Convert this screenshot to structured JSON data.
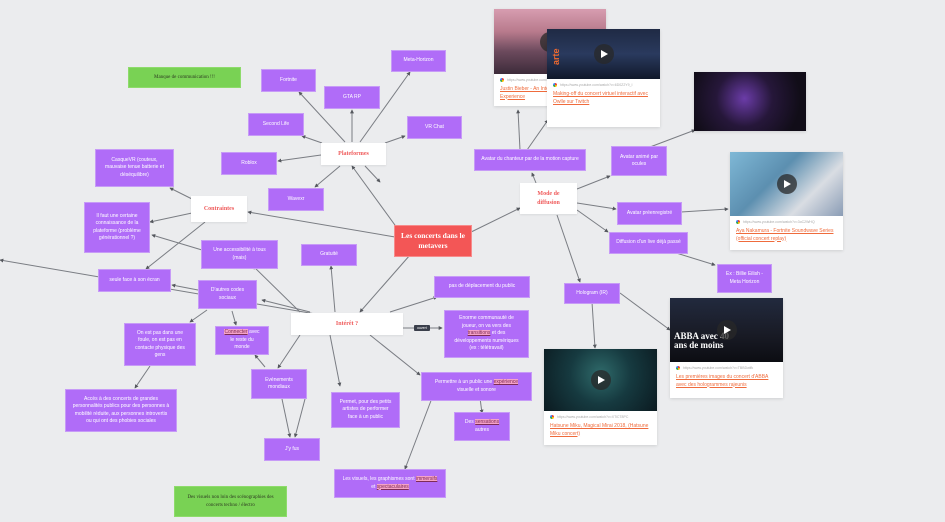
{
  "diagram": {
    "central": "Les concerts dans le metavers",
    "hubs": {
      "platforms": "Plateformes",
      "constraints": "Contraintes",
      "interest": "Intérêt ?",
      "diffusion": "Mode de diffusion"
    },
    "platforms": [
      "Fortnite",
      "GTA RP",
      "Meta-Horizon",
      "Second Life",
      "VR Chat",
      "Roblox",
      "Wavexr"
    ],
    "constraints": [
      "CasqueVR (couteux, mauvaise tenue batterie et déséquilibre)",
      "Il faut une certaine connaissance de la plateforme (problème générationnel ?)",
      "seule face à son écran",
      "Une accessibilité à tous (mais)",
      "D'autres codes sociaux",
      "On est pas dans une foule, on est pas en contacte physique des gens",
      "Accès à des concerts de grandes personnalités publics pour des personnes à mobilité réduite, aux personnes introvertis ou qui ont des phobies sociales"
    ],
    "connect": {
      "highlight": "Connecter",
      "rest": " avec le reste du monde"
    },
    "interest_items": {
      "gratuit": "Gratuité",
      "no_travel": "pas de déplacement du public",
      "community": {
        "a": "Enorme communauté de joueur, on va vers des ",
        "highlight": "transitions",
        "b": " et des développements numériques (ex : télétravail)"
      },
      "edge_tag": "ouvert",
      "events": "Evénements mondiaux",
      "jyfus": "J'y fus",
      "small_artists": "Permet, pour des petits artistes de performer face à un public",
      "experience": {
        "a": "Permettre à un public une ",
        "highlight": "expérience",
        "b": " visuelle et sonore"
      },
      "sensations": {
        "a": "Des ",
        "highlight": "sensations",
        "b": " autres"
      },
      "visuals": {
        "a": "Les visuels, les graphismes sont ",
        "h1": "immersifs",
        "mid": " et ",
        "h2": "spectaculaires"
      }
    },
    "diffusion_items": [
      "Avatar du chanteur par de la motion capture",
      "Avatar animé par ocules",
      "Avatar préenregistré",
      "Diffusion d'un live déjà passé",
      "Ex : Billie Eilish - Meta Horizon",
      "Hologram (IR)"
    ],
    "notes": [
      "Manque de communication !!!",
      "Des visuels non loin des scénographies des concerts techno / électro"
    ]
  },
  "cards": [
    {
      "url": "https://www.youtube.com/watch?v=...",
      "title": "Justin Bieber - An Interactive Virtual Experience",
      "thumb_text": ""
    },
    {
      "url": "https://www.youtube.com/watch?v=6D0Z2Y9_I",
      "title": "Making-off du concert virtuel interactif avec Owlle sur Twitch",
      "thumb_text": "arte"
    },
    {
      "url": "",
      "title": "",
      "thumb_text": ""
    },
    {
      "url": "https://www.youtube.com/watch?v=3oC2WHQ",
      "title": "Aya Nakamura - Fortnite Soundwave Series (official concert replay)",
      "thumb_text": ""
    },
    {
      "url": "https://www.youtube.com/watch?v=TBBDwlfk",
      "title": "Les premières images du concert d'ABBA avec des hologrammes rajeunis",
      "thumb_text": "ABBA avec 40 ans de moins"
    },
    {
      "url": "https://www.youtube.com/watch?v=XTiCT8PC",
      "title": "Hatsune Miku, Magical Mirai 2018, (Hatsune Miku concert)",
      "thumb_text": ""
    }
  ],
  "colors": {
    "node": "#b06cf8",
    "central": "#f35656",
    "note": "#79d254",
    "hub_text": "#ef5b5b",
    "link": "#ef6b3c",
    "edge": "#7a7d83"
  }
}
